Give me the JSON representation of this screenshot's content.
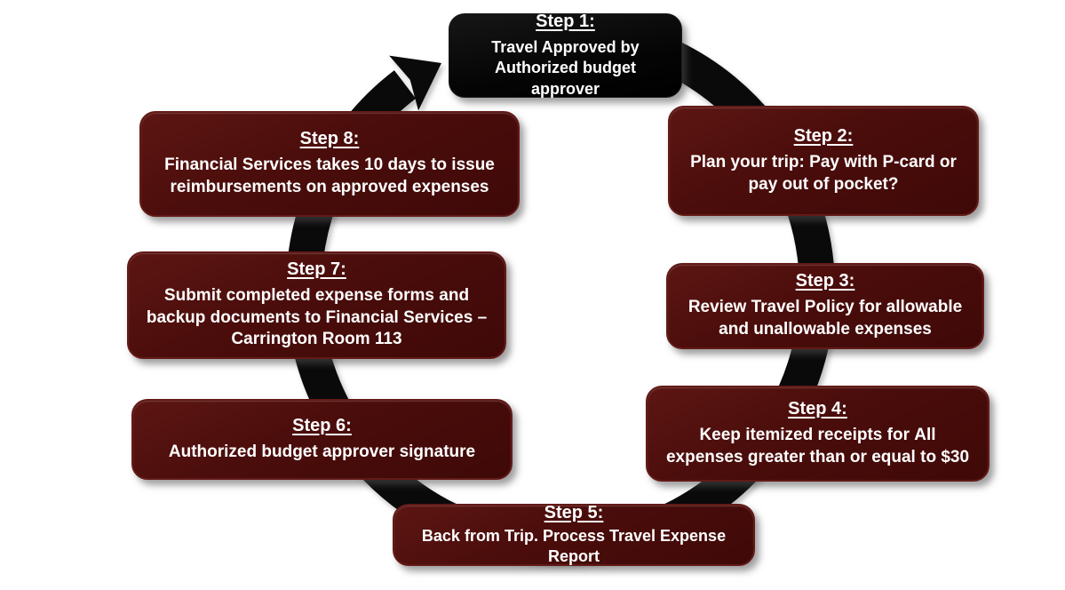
{
  "diagram": {
    "type": "circular-process-flow",
    "direction": "clockwise",
    "colors": {
      "step_box_maroon": "#4a0d0b",
      "step_box_border": "#621a17",
      "step1_box_black": "#050505",
      "arrow_black": "#0a0a0a",
      "text_white": "#ffffff",
      "background": "#ffffff"
    },
    "steps": [
      {
        "title": "Step 1:",
        "body": [
          {
            "text": "Travel Approved by Authorized budget approver"
          }
        ]
      },
      {
        "title": "Step 2:",
        "body": [
          {
            "text": "Plan your trip: Pay with P-card or pay out of pocket?"
          }
        ]
      },
      {
        "title": "Step 3:",
        "body": [
          {
            "text": "Review Travel Policy for allowable and unallowable expenses"
          }
        ]
      },
      {
        "title": "Step 4:",
        "body": [
          {
            "text": "Keep itemized receipts for "
          },
          {
            "text": "All",
            "bold": true
          },
          {
            "text": " expenses greater than or equal to $30"
          }
        ]
      },
      {
        "title": "Step 5:",
        "body": [
          {
            "text": "Back from Trip. Process Travel Expense Report"
          }
        ]
      },
      {
        "title": "Step 6:",
        "body": [
          {
            "text": "Authorized budget approver signature"
          }
        ]
      },
      {
        "title": "Step 7:",
        "body": [
          {
            "text": "Submit completed expense forms and backup documents to Financial Services – Carrington Room 113"
          }
        ]
      },
      {
        "title": "Step 8:",
        "body": [
          {
            "text": "Financial Services takes 10 days to issue reimbursements on approved expenses"
          }
        ]
      }
    ]
  }
}
